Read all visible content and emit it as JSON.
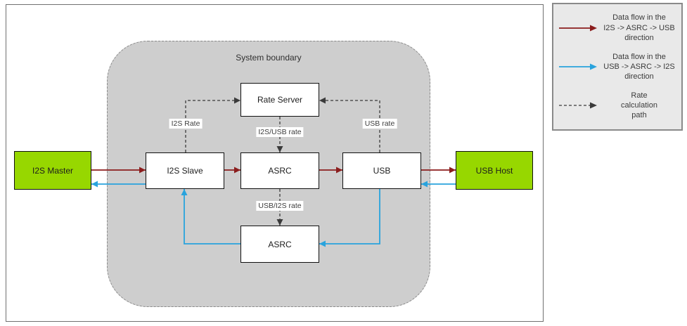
{
  "diagram": {
    "system_boundary_label": "System boundary",
    "nodes": {
      "i2s_master": "I2S Master",
      "i2s_slave": "I2S Slave",
      "asrc_top": "ASRC",
      "usb": "USB",
      "usb_host": "USB Host",
      "rate_server": "Rate Server",
      "asrc_bottom": "ASRC"
    },
    "edge_labels": {
      "i2s_rate": "I2S Rate",
      "usb_rate": "USB rate",
      "i2s_usb_rate": "I2S/USB rate",
      "usb_i2s_rate": "USB/I2S rate"
    }
  },
  "legend": {
    "items": [
      {
        "name": "flow-i2s-to-usb",
        "label": "Data flow in the\nI2S -> ASRC -> USB\ndirection"
      },
      {
        "name": "flow-usb-to-i2s",
        "label": "Data flow in the\nUSB -> ASRC -> I2S\ndirection"
      },
      {
        "name": "rate-calculation-path",
        "label": "Rate\ncalculation\npath"
      }
    ]
  },
  "colors": {
    "flow-forward": "#8b1d1d",
    "flow-reverse": "#29a3dd",
    "rate-path": "#3a3a3a",
    "endpoint-fill": "#97d700",
    "boundary-fill": "#cecece",
    "legend-bg": "#e9e9e9"
  }
}
